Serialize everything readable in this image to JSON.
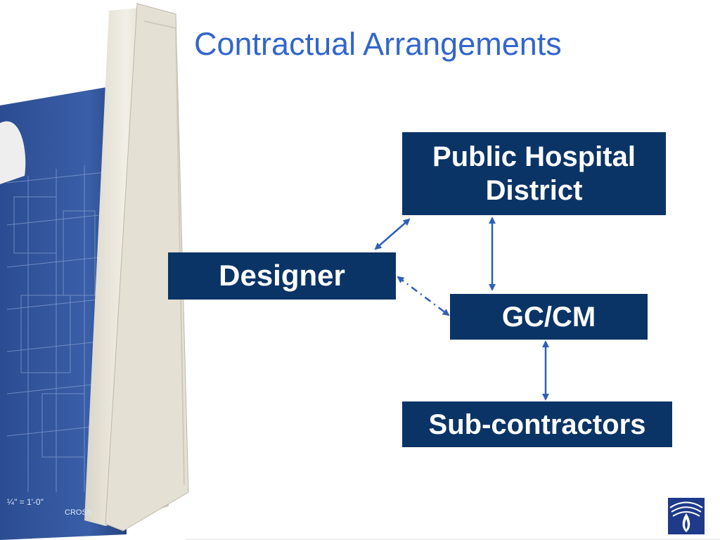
{
  "slide": {
    "title": "Contractual Arrangements"
  },
  "nodes": {
    "hospital": {
      "line1": "Public Hospital",
      "line2": "District"
    },
    "designer": {
      "label": "Designer"
    },
    "gccm": {
      "label": "GC/CM"
    },
    "subcontractors": {
      "label": "Sub-contractors"
    }
  },
  "edges": [
    {
      "from": "designer",
      "to": "hospital",
      "style": "solid",
      "direction": "both"
    },
    {
      "from": "hospital",
      "to": "gccm",
      "style": "solid",
      "direction": "both"
    },
    {
      "from": "designer",
      "to": "gccm",
      "style": "dash-dot",
      "direction": "both"
    },
    {
      "from": "gccm",
      "to": "subcontractors",
      "style": "solid",
      "direction": "both"
    }
  ],
  "colors": {
    "title": "#3366cc",
    "node_fill": "#0b3466",
    "node_text": "#ffffff",
    "arrow": "#2f5fb8"
  },
  "decor": {
    "blueprint_text_1": "CROSS",
    "blueprint_text_2": "¼\" = 1'-0\""
  }
}
